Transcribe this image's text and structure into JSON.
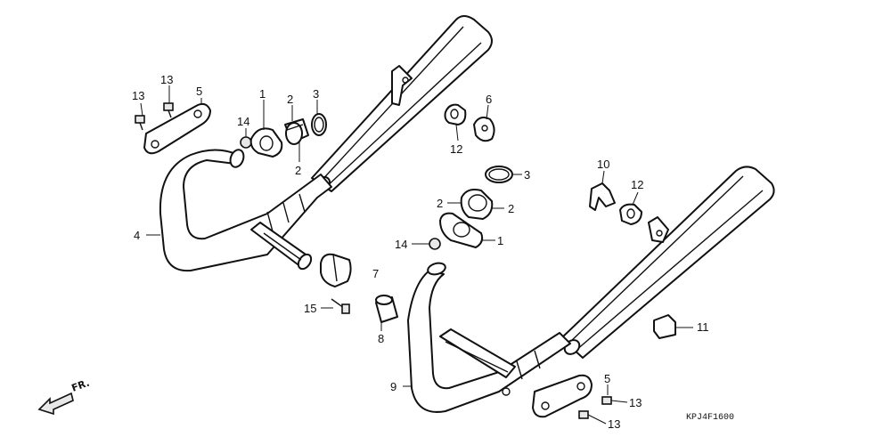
{
  "diagram": {
    "diagram_code": "KPJ4F1600",
    "direction_marker": "FR.",
    "labels": [
      {
        "id": "l13a",
        "text": "13"
      },
      {
        "id": "l13b",
        "text": "13"
      },
      {
        "id": "l5a",
        "text": "5"
      },
      {
        "id": "l1a",
        "text": "1"
      },
      {
        "id": "l2a",
        "text": "2"
      },
      {
        "id": "l3a",
        "text": "3"
      },
      {
        "id": "l14a",
        "text": "14"
      },
      {
        "id": "l2b",
        "text": "2"
      },
      {
        "id": "l4",
        "text": "4"
      },
      {
        "id": "l6",
        "text": "6"
      },
      {
        "id": "l12a",
        "text": "12"
      },
      {
        "id": "l3b",
        "text": "3"
      },
      {
        "id": "l10",
        "text": "10"
      },
      {
        "id": "l12b",
        "text": "12"
      },
      {
        "id": "l2c",
        "text": "2"
      },
      {
        "id": "l2d",
        "text": "2"
      },
      {
        "id": "l14b",
        "text": "14"
      },
      {
        "id": "l1b",
        "text": "1"
      },
      {
        "id": "l7",
        "text": "7"
      },
      {
        "id": "l15",
        "text": "15"
      },
      {
        "id": "l8",
        "text": "8"
      },
      {
        "id": "l11",
        "text": "11"
      },
      {
        "id": "l5b",
        "text": "5"
      },
      {
        "id": "l9",
        "text": "9"
      },
      {
        "id": "l13c",
        "text": "13"
      },
      {
        "id": "l13d",
        "text": "13"
      }
    ]
  }
}
